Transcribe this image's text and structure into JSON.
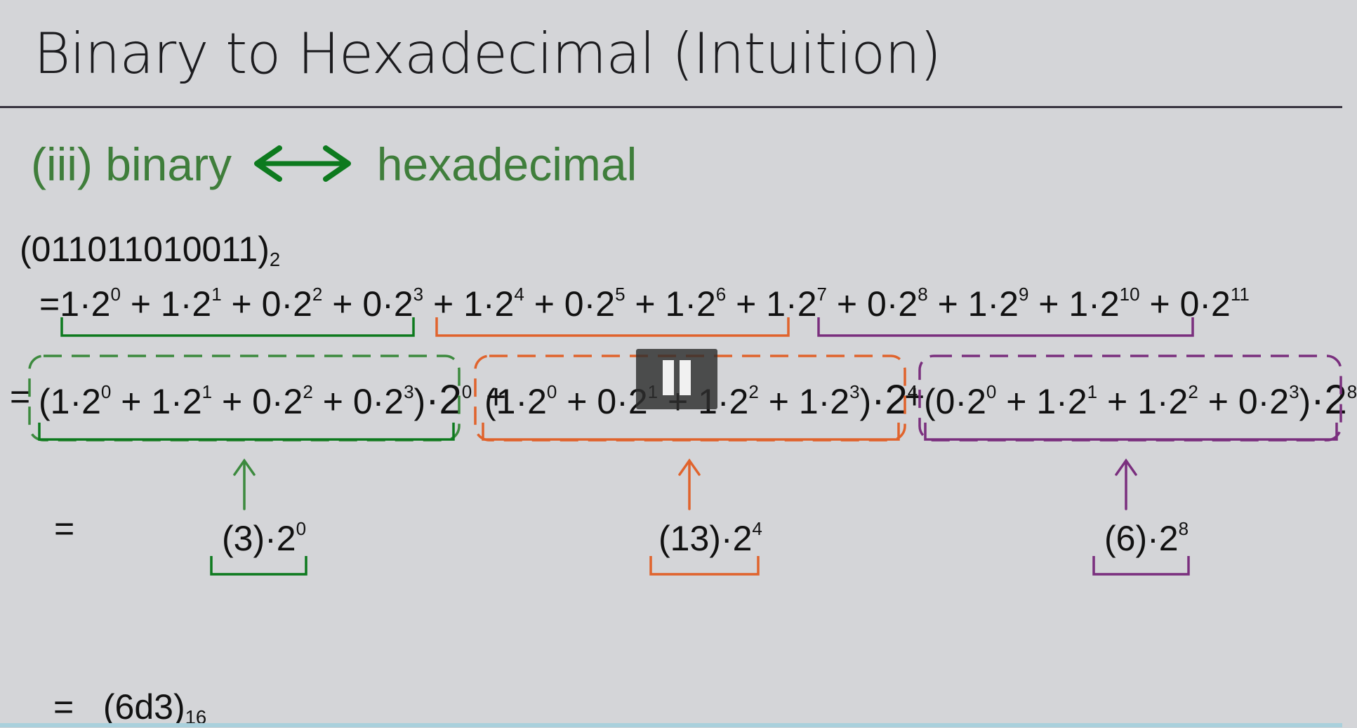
{
  "slide": {
    "title": "Binary to Hexadecimal (Intuition)",
    "subtitle_left": "(iii) binary",
    "subtitle_right": "hexadecimal"
  },
  "math": {
    "binary_number": "(011011010011)",
    "binary_base": "2",
    "line1_prefix": "=",
    "line1_terms": [
      {
        "coef": "1",
        "exp": "0"
      },
      {
        "coef": "1",
        "exp": "1"
      },
      {
        "coef": "0",
        "exp": "2"
      },
      {
        "coef": "0",
        "exp": "3"
      },
      {
        "coef": "1",
        "exp": "4"
      },
      {
        "coef": "0",
        "exp": "5"
      },
      {
        "coef": "1",
        "exp": "6"
      },
      {
        "coef": "1",
        "exp": "7"
      },
      {
        "coef": "0",
        "exp": "8"
      },
      {
        "coef": "1",
        "exp": "9"
      },
      {
        "coef": "1",
        "exp": "10"
      },
      {
        "coef": "0",
        "exp": "11"
      }
    ],
    "line2_prefix": "=",
    "groups": [
      {
        "inner": [
          {
            "coef": "1",
            "exp": "0"
          },
          {
            "coef": "1",
            "exp": "1"
          },
          {
            "coef": "0",
            "exp": "2"
          },
          {
            "coef": "0",
            "exp": "3"
          }
        ],
        "outer_exp": "0",
        "result": "(3)",
        "result_exp": "0",
        "color": "#3c8a3e"
      },
      {
        "inner": [
          {
            "coef": "1",
            "exp": "0"
          },
          {
            "coef": "0",
            "exp": "1"
          },
          {
            "coef": "1",
            "exp": "2"
          },
          {
            "coef": "1",
            "exp": "3"
          }
        ],
        "outer_exp": "4",
        "result": "(13)",
        "result_exp": "4",
        "color": "#e0632c"
      },
      {
        "inner": [
          {
            "coef": "0",
            "exp": "0"
          },
          {
            "coef": "1",
            "exp": "1"
          },
          {
            "coef": "1",
            "exp": "2"
          },
          {
            "coef": "0",
            "exp": "3"
          }
        ],
        "outer_exp": "8",
        "result": "(6)",
        "result_exp": "8",
        "color": "#7a2f7e"
      }
    ],
    "line3_prefix": "=",
    "final_prefix": "=",
    "final_value": "(6d3)",
    "final_base": "16"
  },
  "colors": {
    "green": "#3c8a3e",
    "dark_green": "#0d7a1e",
    "orange": "#e0632c",
    "purple": "#7a2f7e",
    "subtitle_green": "#3f7e3b"
  },
  "player": {
    "control_icon": "pause-icon"
  }
}
